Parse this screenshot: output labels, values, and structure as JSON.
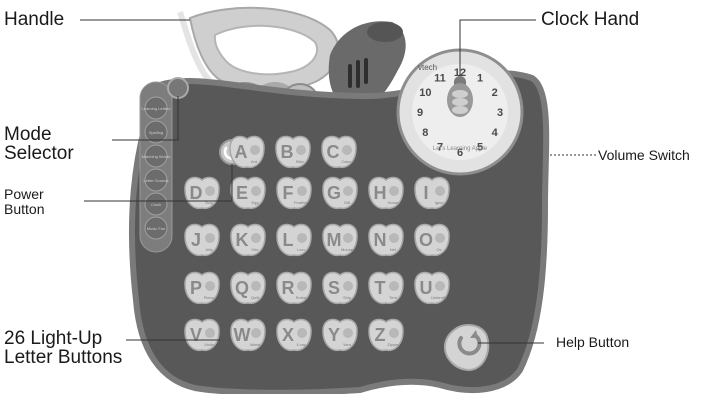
{
  "callouts": {
    "handle": "Handle",
    "clock_hand": "Clock Hand",
    "mode_selector_line1": "Mode",
    "mode_selector_line2": "Selector",
    "volume_switch": "Volume Switch",
    "power_button_line1": "Power",
    "power_button_line2": "Button",
    "letter_buttons_line1": "26 Light-Up",
    "letter_buttons_line2": "Letter Buttons",
    "help_button": "Help Button"
  },
  "clock": {
    "brand": "vtech",
    "numbers": [
      "12",
      "1",
      "2",
      "3",
      "4",
      "5",
      "6",
      "7",
      "8",
      "9",
      "10",
      "11"
    ],
    "caption": "Let's Learning Apple"
  },
  "mode_menu": [
    "Learning Letters",
    "Spelling",
    "Matching Words",
    "Letter Sounds",
    "Clock",
    "Music Fun"
  ],
  "letter_grid": [
    [
      "A",
      "B",
      "C"
    ],
    [
      "D",
      "E",
      "F",
      "G",
      "H",
      "I"
    ],
    [
      "J",
      "K",
      "L",
      "M",
      "N",
      "O"
    ],
    [
      "P",
      "Q",
      "R",
      "S",
      "T",
      "U"
    ],
    [
      "V",
      "W",
      "X",
      "Y",
      "Z"
    ]
  ],
  "letter_words": {
    "A": "Ant",
    "B": "Bike",
    "C": "Cake",
    "D": "Dog",
    "E": "Egg",
    "F": "Feather",
    "G": "Gift",
    "H": "Horse",
    "I": "Igloo",
    "J": "Jelly",
    "K": "Kite",
    "L": "Lion",
    "M": "Mouse",
    "N": "Net",
    "O": "Ox",
    "P": "Piano",
    "Q": "Quilt",
    "R": "Robot",
    "S": "Ship",
    "T": "Tent",
    "U": "Umbrella",
    "V": "Violin",
    "W": "Wand",
    "X": "X-ray",
    "Y": "Yarn",
    "Z": "Zipper"
  },
  "colors": {
    "apple_body": "#585858",
    "apple_rim": "#7a7a7a",
    "button_fill": "#d4d4d4",
    "letter_ink": "#8a8a8a",
    "leader_line": "#333333"
  }
}
